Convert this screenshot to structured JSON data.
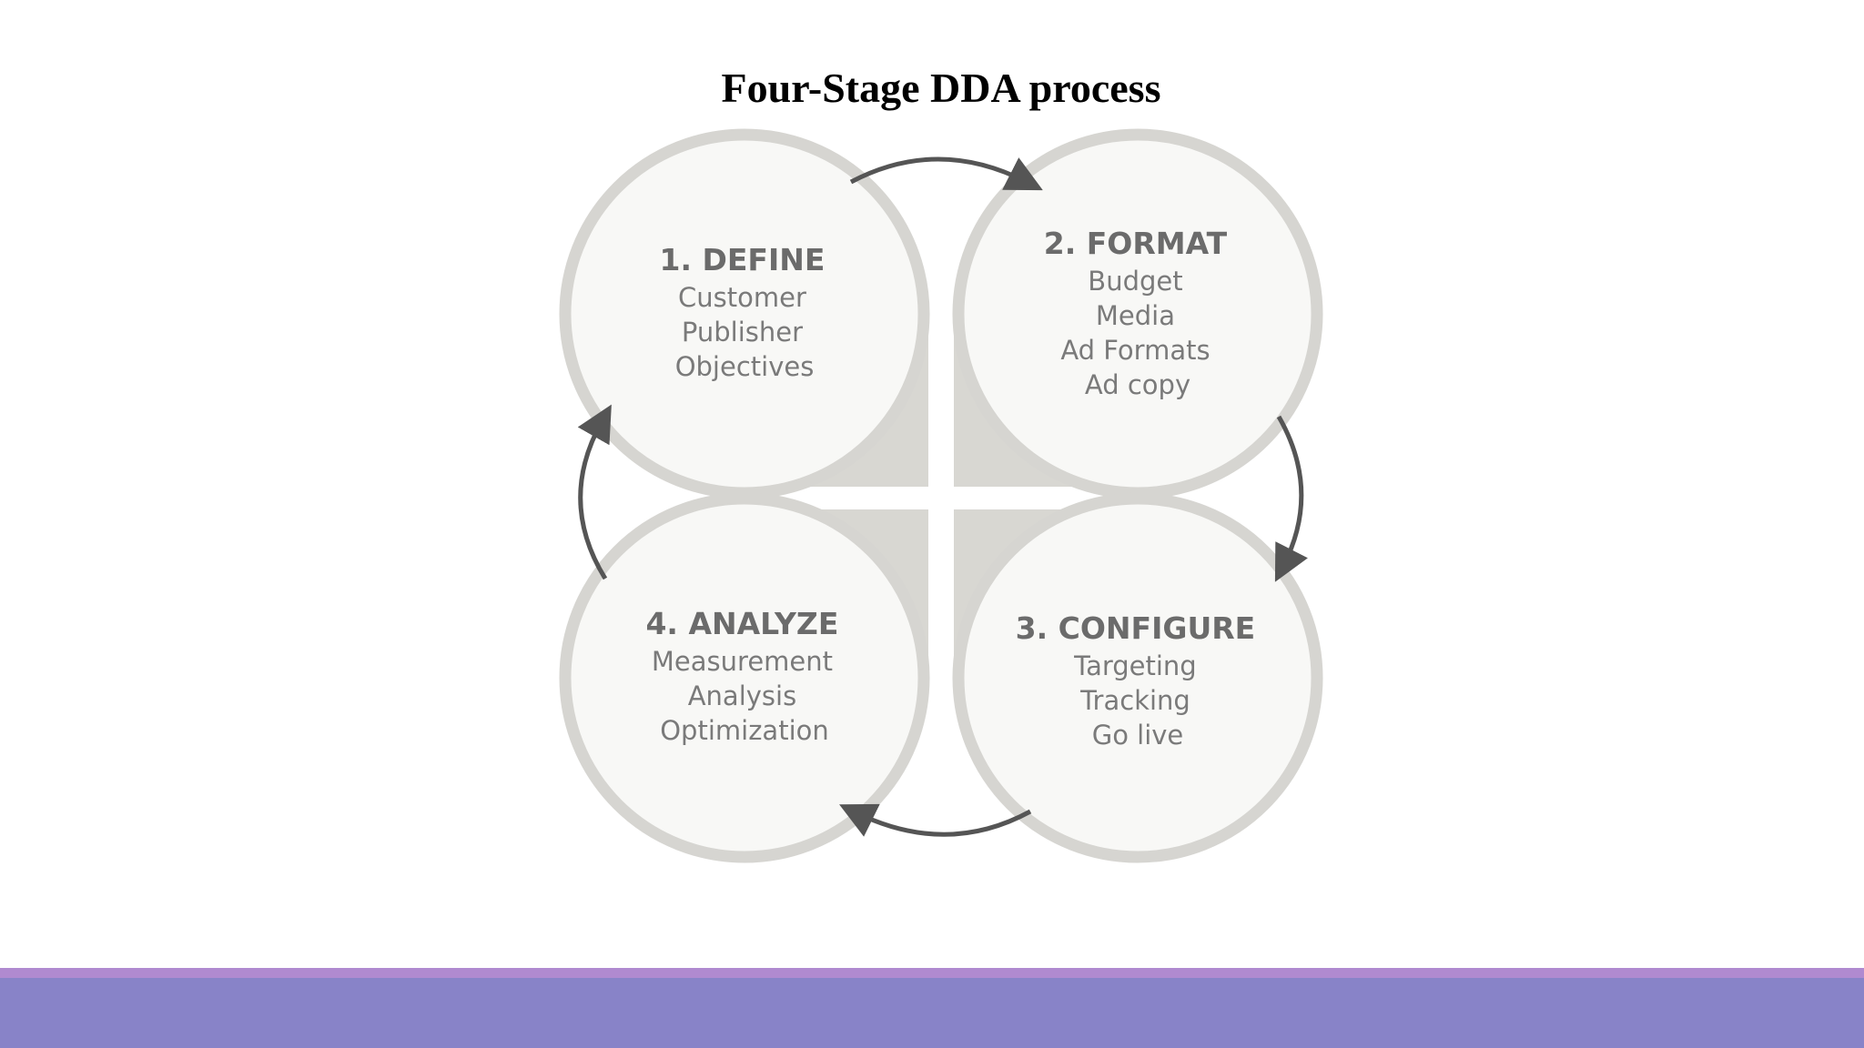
{
  "title": "Four-Stage DDA process",
  "stages": [
    {
      "title": "1. DEFINE",
      "items": [
        "Customer",
        "Publisher",
        "Objectives"
      ]
    },
    {
      "title": "2. FORMAT",
      "items": [
        "Budget",
        "Media",
        "Ad Formats",
        "Ad copy"
      ]
    },
    {
      "title": "3. CONFIGURE",
      "items": [
        "Targeting",
        "Tracking",
        "Go live"
      ]
    },
    {
      "title": "4. ANALYZE",
      "items": [
        "Measurement",
        "Analysis",
        "Optimization"
      ]
    }
  ],
  "colors": {
    "circle_fill": "#f8f8f6",
    "circle_ring": "#d6d5d1",
    "quadrant_fill": "#d8d7d2",
    "arrow": "#555555",
    "footer_accent": "#b08ad0",
    "footer_band": "#8883c8"
  }
}
